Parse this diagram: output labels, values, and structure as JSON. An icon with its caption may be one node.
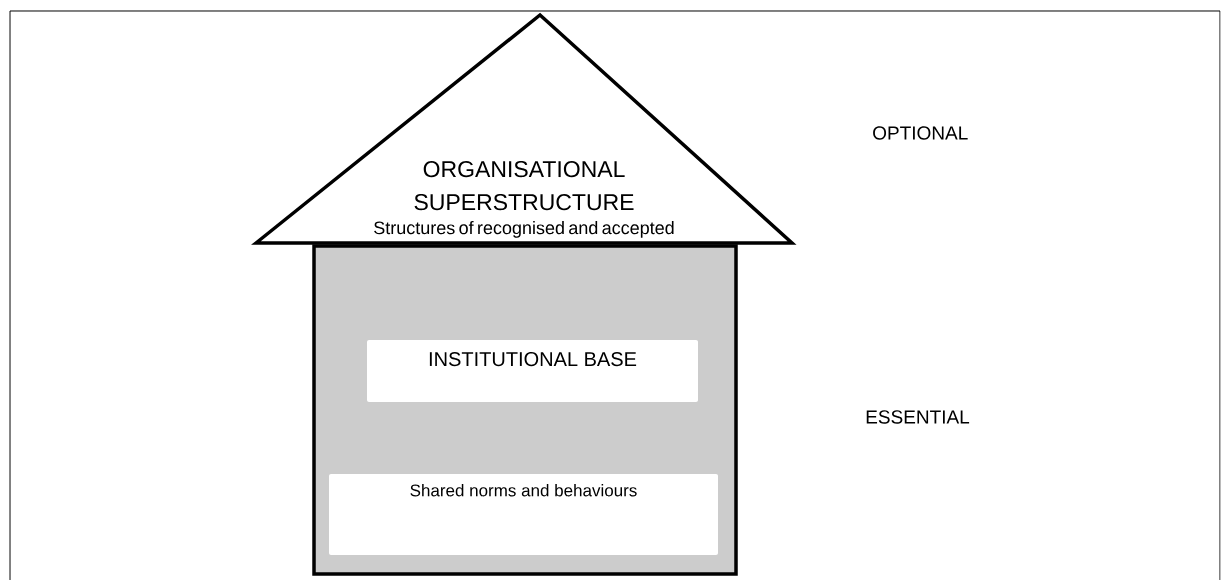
{
  "diagram": {
    "nodes": [
      {
        "text": [
          "ORGANISATIONAL SUPERSTRUCTURE",
          "Structures of recognised and accepted"
        ]
      },
      {
        "text": [],
        "shape": "box"
      },
      {
        "text": [
          "INSTITUTIONAL BASE"
        ],
        "in": 1
      },
      {
        "text": [
          "Shared norms and behaviours"
        ],
        "in": 1
      }
    ],
    "labels": [
      "OPTIONAL",
      "ESSENTIAL"
    ]
  }
}
